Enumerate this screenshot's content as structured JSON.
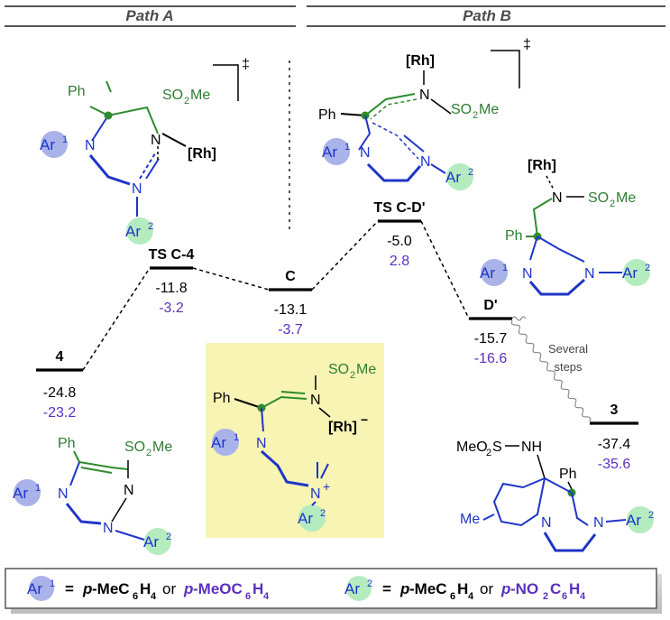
{
  "headers": {
    "path_a": "Path A",
    "path_b": "Path B"
  },
  "dagger": "‡",
  "levels": [
    {
      "id": "4",
      "label": "4",
      "e1": "-24.8",
      "e2": "-23.2"
    },
    {
      "id": "TSC4",
      "label": "TS C-4",
      "e1": "-11.8",
      "e2": "-3.2"
    },
    {
      "id": "C",
      "label": "C",
      "e1": "-13.1",
      "e2": "-3.7"
    },
    {
      "id": "TSCD",
      "label": "TS C-D'",
      "e1": "-5.0",
      "e2": "2.8"
    },
    {
      "id": "D",
      "label": "D'",
      "e1": "-15.7",
      "e2": "-16.6"
    },
    {
      "id": "3",
      "label": "3",
      "e1": "-37.4",
      "e2": "-35.6"
    }
  ],
  "several_steps": [
    "Several",
    "steps"
  ],
  "atoms": {
    "ar1": "Ar",
    "sup1": "1",
    "ar2": "Ar",
    "sup2": "2",
    "ph": "Ph",
    "so2me_a": "SO",
    "so2me_b": "2",
    "so2me_c": "Me",
    "rh": "[Rh]",
    "rh_minus": "−",
    "n": "N",
    "nplus": "+",
    "nh": "NH",
    "meo2s_a": "MeO",
    "meo2s_b": "2",
    "meo2s_c": "S",
    "me": "Me"
  },
  "legend": {
    "ar1_eq": "=",
    "ar1_opt1_a": "p",
    "ar1_opt1_b": "-MeC",
    "ar1_opt1_c": "6",
    "ar1_opt1_d": "H",
    "ar1_opt1_e": "4",
    "or": "or",
    "ar1_opt2_a": "p",
    "ar1_opt2_b": "-MeOC",
    "ar1_opt2_c": "6",
    "ar1_opt2_d": "H",
    "ar1_opt2_e": "4",
    "ar2_opt1_a": "p",
    "ar2_opt1_b": "-MeC",
    "ar2_opt1_c": "6",
    "ar2_opt1_d": "H",
    "ar2_opt1_e": "4",
    "ar2_opt2_a": "p",
    "ar2_opt2_b": "-NO",
    "ar2_opt2_c": "2",
    "ar2_opt2_d": "C",
    "ar2_opt2_e": "6",
    "ar2_opt2_f": "H",
    "ar2_opt2_g": "4"
  },
  "colors": {
    "ar1_circle": "#a9b3ea",
    "ar2_circle": "#b5ecbf",
    "highlight": "#f7f4b4",
    "energy2": "#5b2fbf"
  }
}
